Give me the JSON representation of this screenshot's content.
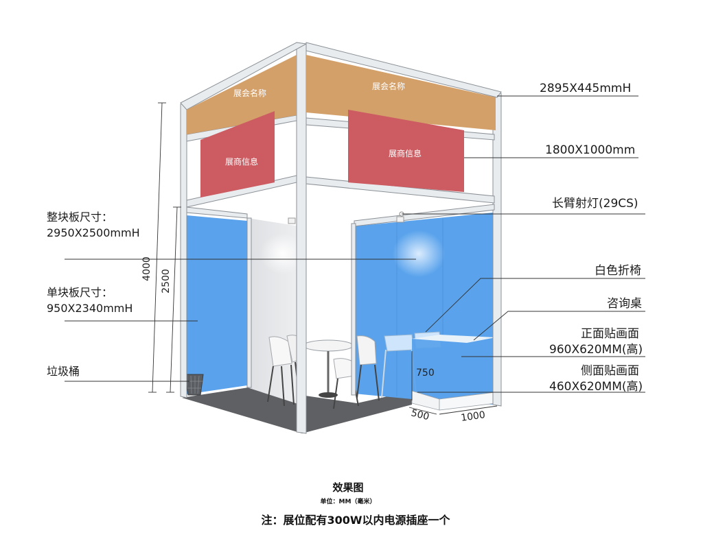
{
  "banners": {
    "fascia_left": "展会名称",
    "fascia_right": "展会名称",
    "info_left": "展商信息",
    "info_right": "展商信息"
  },
  "callouts_right": {
    "fascia_size": "2895X445mmH",
    "info_size": "1800X1000mm",
    "spotlight": "长臂射灯(29CS)",
    "chair": "白色折椅",
    "desk": "咨询桌",
    "front_graphic_title": "正面贴画面",
    "front_graphic_size": "960X620MM(高)",
    "side_graphic_title": "侧面贴画面",
    "side_graphic_size": "460X620MM(高)"
  },
  "callouts_left": {
    "whole_panel_title": "整块板尺寸：",
    "whole_panel_size": "2950X2500mmH",
    "single_panel_title": "单块板尺寸：",
    "single_panel_size": "950X2340mmH",
    "trash_bin": "垃圾桶"
  },
  "dimensions": {
    "total_height": "4000",
    "wall_height": "2500",
    "desk_height": "750",
    "desk_depth": "500",
    "desk_width": "1000"
  },
  "caption": {
    "title": "效果图",
    "unit": "单位：MM（毫米）",
    "note": "注：展位配有300W以内电源插座一个"
  },
  "colors": {
    "fascia": "#d4a06a",
    "info_panel": "#cc5c62",
    "blue_panel": "#5aa3ec",
    "back_wall": "#e6e7e9",
    "floor": "#5f6063",
    "frame": "#e9ecef"
  }
}
